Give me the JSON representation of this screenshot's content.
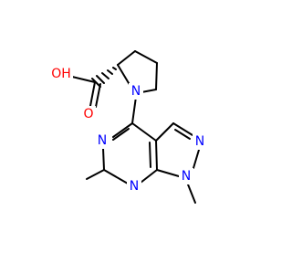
{
  "atoms": {
    "hydroxyl": "OH",
    "carbonyl_oxygen": "O",
    "pyrrolidine_nitrogen": "N",
    "pyrimidine_n5": "N",
    "pyrimidine_n7": "N",
    "pyrazole_n2": "N",
    "pyrazole_n1": "N"
  },
  "colors": {
    "oxygen": "#ff0000",
    "nitrogen": "#0000ff",
    "carbon": "#000000",
    "background": "#ffffff"
  }
}
